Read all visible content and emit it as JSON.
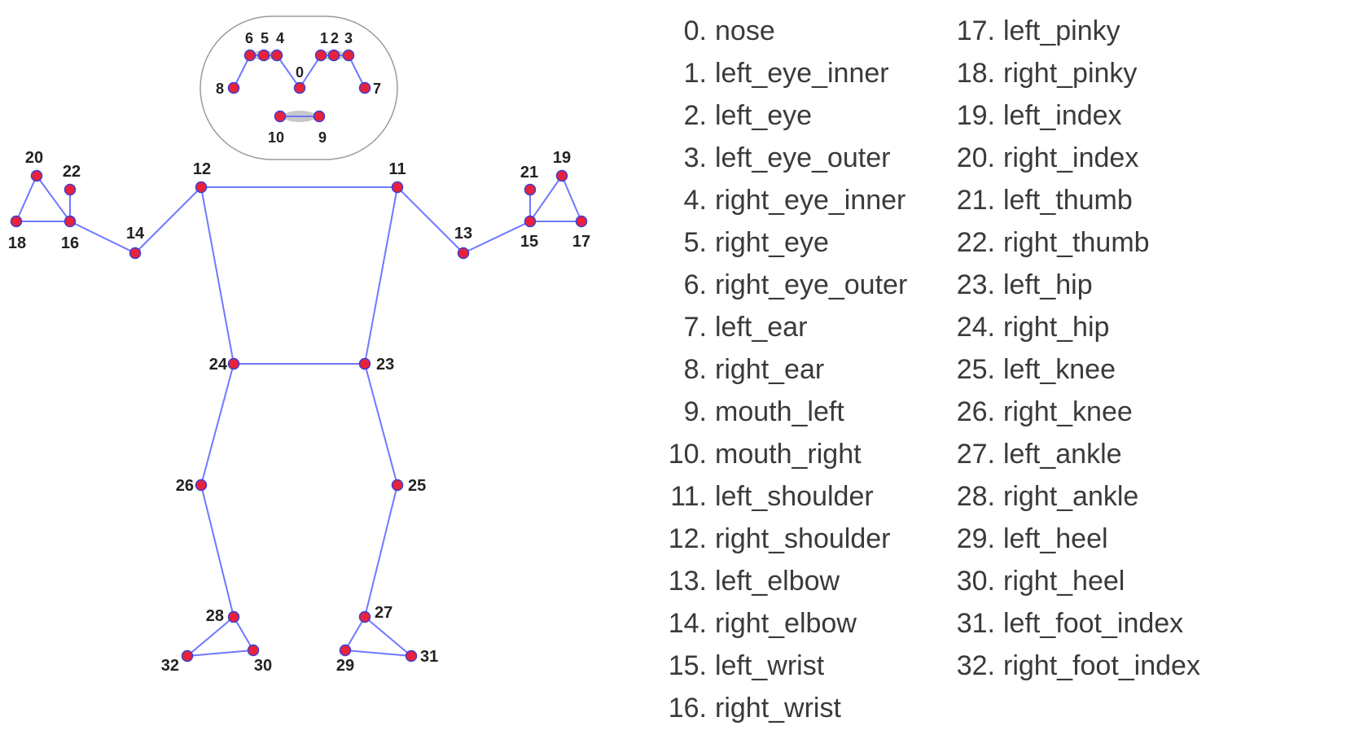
{
  "colors": {
    "edge": "#6f78ff",
    "node_fill": "#e8223b",
    "node_stroke": "#3a3fd6",
    "head_outline": "#9a9a9a",
    "feature_fill": "#c8c8c8",
    "text": "#3a3a3a"
  },
  "keypoints": [
    {
      "id": "0",
      "name": "nose"
    },
    {
      "id": "1",
      "name": "left_eye_inner"
    },
    {
      "id": "2",
      "name": "left_eye"
    },
    {
      "id": "3",
      "name": "left_eye_outer"
    },
    {
      "id": "4",
      "name": "right_eye_inner"
    },
    {
      "id": "5",
      "name": "right_eye"
    },
    {
      "id": "6",
      "name": "right_eye_outer"
    },
    {
      "id": "7",
      "name": "left_ear"
    },
    {
      "id": "8",
      "name": "right_ear"
    },
    {
      "id": "9",
      "name": "mouth_left"
    },
    {
      "id": "10",
      "name": "mouth_right"
    },
    {
      "id": "11",
      "name": "left_shoulder"
    },
    {
      "id": "12",
      "name": "right_shoulder"
    },
    {
      "id": "13",
      "name": "left_elbow"
    },
    {
      "id": "14",
      "name": "right_elbow"
    },
    {
      "id": "15",
      "name": "left_wrist"
    },
    {
      "id": "16",
      "name": "right_wrist"
    },
    {
      "id": "17",
      "name": "left_pinky"
    },
    {
      "id": "18",
      "name": "right_pinky"
    },
    {
      "id": "19",
      "name": "left_index"
    },
    {
      "id": "20",
      "name": "right_index"
    },
    {
      "id": "21",
      "name": "left_thumb"
    },
    {
      "id": "22",
      "name": "right_thumb"
    },
    {
      "id": "23",
      "name": "left_hip"
    },
    {
      "id": "24",
      "name": "right_hip"
    },
    {
      "id": "25",
      "name": "left_knee"
    },
    {
      "id": "26",
      "name": "right_knee"
    },
    {
      "id": "27",
      "name": "left_ankle"
    },
    {
      "id": "28",
      "name": "right_ankle"
    },
    {
      "id": "29",
      "name": "left_heel"
    },
    {
      "id": "30",
      "name": "right_heel"
    },
    {
      "id": "31",
      "name": "left_foot_index"
    },
    {
      "id": "32",
      "name": "right_foot_index"
    }
  ],
  "edges": [
    [
      11,
      12
    ],
    [
      11,
      23
    ],
    [
      12,
      24
    ],
    [
      23,
      24
    ],
    [
      12,
      14
    ],
    [
      14,
      16
    ],
    [
      16,
      18
    ],
    [
      16,
      20
    ],
    [
      18,
      20
    ],
    [
      16,
      22
    ],
    [
      11,
      13
    ],
    [
      13,
      15
    ],
    [
      15,
      17
    ],
    [
      15,
      19
    ],
    [
      17,
      19
    ],
    [
      15,
      21
    ],
    [
      24,
      26
    ],
    [
      26,
      28
    ],
    [
      28,
      30
    ],
    [
      28,
      32
    ],
    [
      30,
      32
    ],
    [
      23,
      25
    ],
    [
      25,
      27
    ],
    [
      27,
      29
    ],
    [
      27,
      31
    ],
    [
      29,
      31
    ],
    [
      0,
      1
    ],
    [
      1,
      2
    ],
    [
      2,
      3
    ],
    [
      3,
      7
    ],
    [
      0,
      4
    ],
    [
      4,
      5
    ],
    [
      5,
      6
    ],
    [
      6,
      8
    ],
    [
      9,
      10
    ]
  ]
}
